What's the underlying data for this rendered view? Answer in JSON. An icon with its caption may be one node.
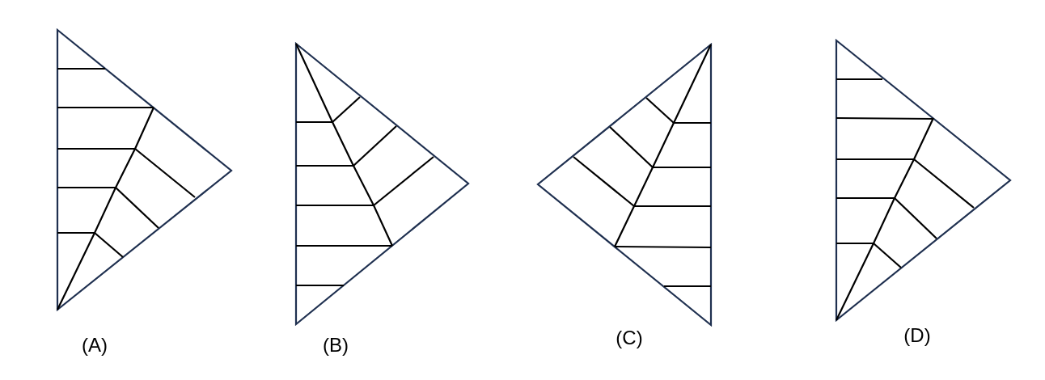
{
  "diagram": {
    "labels": [
      "(A)",
      "(B)",
      "(C)",
      "(D)"
    ]
  }
}
